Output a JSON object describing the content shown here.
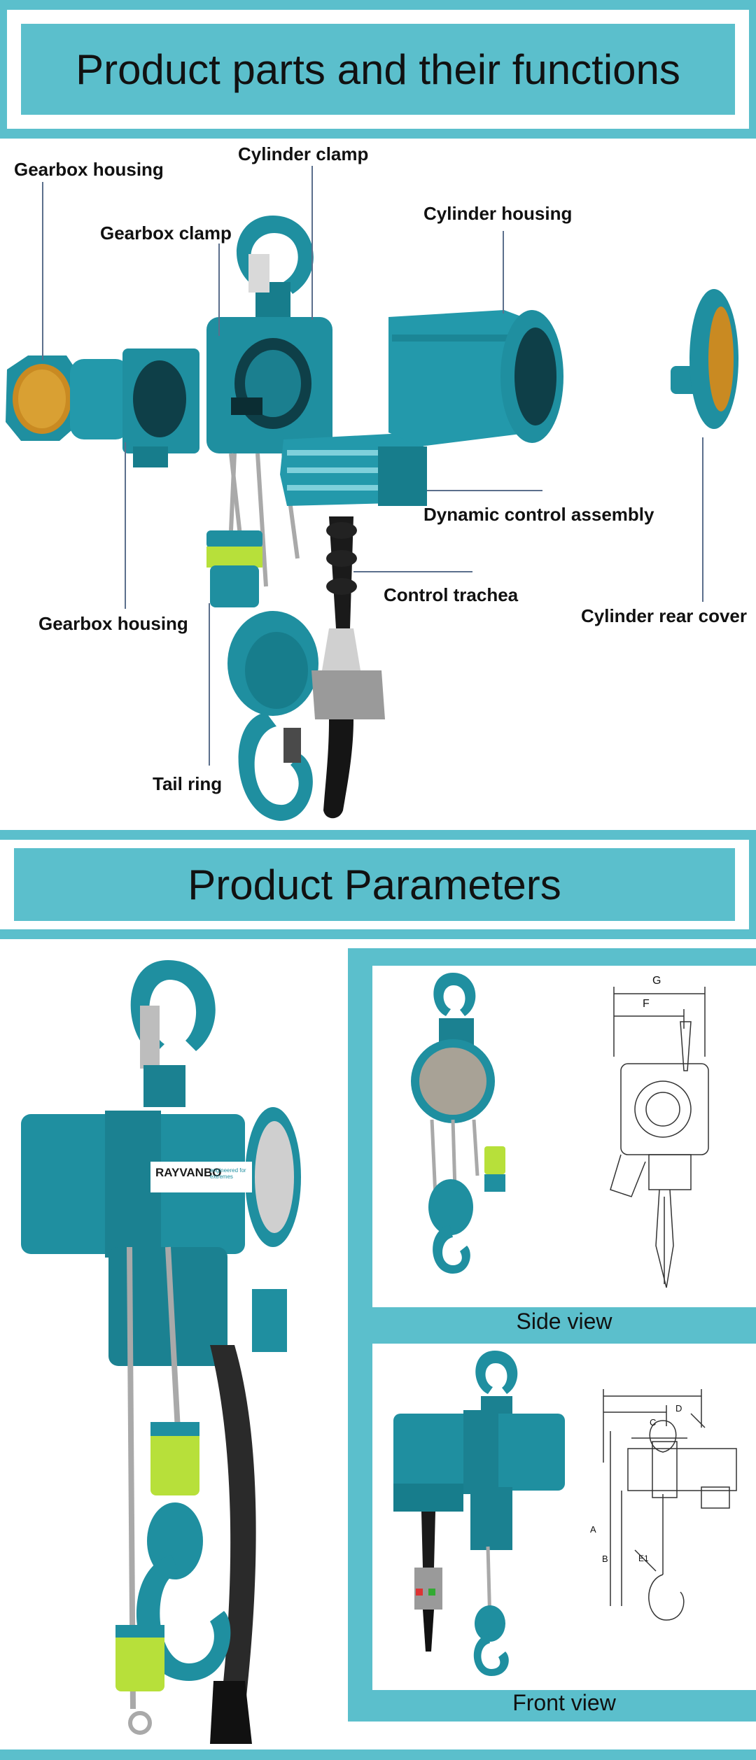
{
  "header_parts": {
    "title": "Product parts and their functions"
  },
  "parts_labels": {
    "gearbox_housing_top": "Gearbox housing",
    "cylinder_clamp": "Cylinder clamp",
    "gearbox_clamp": "Gearbox clamp",
    "cylinder_housing": "Cylinder housing",
    "dynamic_control_assembly": "Dynamic control assembly",
    "control_trachea": "Control trachea",
    "gearbox_housing_bottom": "Gearbox housing",
    "cylinder_rear_cover": "Cylinder rear cover",
    "tail_ring": "Tail ring"
  },
  "header_params": {
    "title": "Product Parameters"
  },
  "product": {
    "brand": "RAYVANBO",
    "tagline": "engineered for extremes"
  },
  "views": {
    "side": {
      "caption": "Side view",
      "dims": [
        "G",
        "F"
      ]
    },
    "front": {
      "caption": "Front view",
      "dims": [
        "D",
        "C",
        "A",
        "B",
        "E1"
      ]
    }
  },
  "colors": {
    "accent": "#5bbfcc",
    "hoist": "#1f8fa0",
    "hoist_dark": "#136a78",
    "text": "#111111"
  }
}
